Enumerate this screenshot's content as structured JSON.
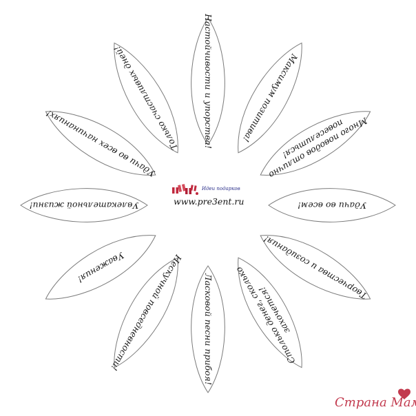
{
  "petals": [
    {
      "lines": [
        "Настойчивости и упорства!"
      ]
    },
    {
      "lines": [
        "Максимум позитива!"
      ]
    },
    {
      "lines": [
        "Много поводов отлично",
        "повеселиться!"
      ]
    },
    {
      "lines": [
        "Удачи во всем!"
      ]
    },
    {
      "lines": [
        "Творчества и созидания!"
      ]
    },
    {
      "lines": [
        "Столько денег, сколько",
        "захочется!"
      ]
    },
    {
      "lines": [
        "Ласковой песни прибоя!"
      ]
    },
    {
      "lines": [
        "Нескучной повседневности!"
      ]
    },
    {
      "lines": [
        "Уважения!"
      ]
    },
    {
      "lines": [
        "Увлекательной жизни!"
      ]
    },
    {
      "lines": [
        "Удачи во всех начинаниях!"
      ]
    },
    {
      "lines": [
        "Только счастливых дней!"
      ]
    }
  ],
  "logo": {
    "caption": "Идеи подарков",
    "url": "www.pre3ent.ru",
    "accent_color": "#c0293e",
    "icon": "gift-boxes-icon"
  },
  "watermark": {
    "text": "Страна Мам",
    "color": "#c23a4e",
    "icon": "heart-icon"
  },
  "colors": {
    "petal_outline": "#7a7a7a",
    "petal_fill": "#ffffff",
    "text": "#1a1a1a"
  }
}
